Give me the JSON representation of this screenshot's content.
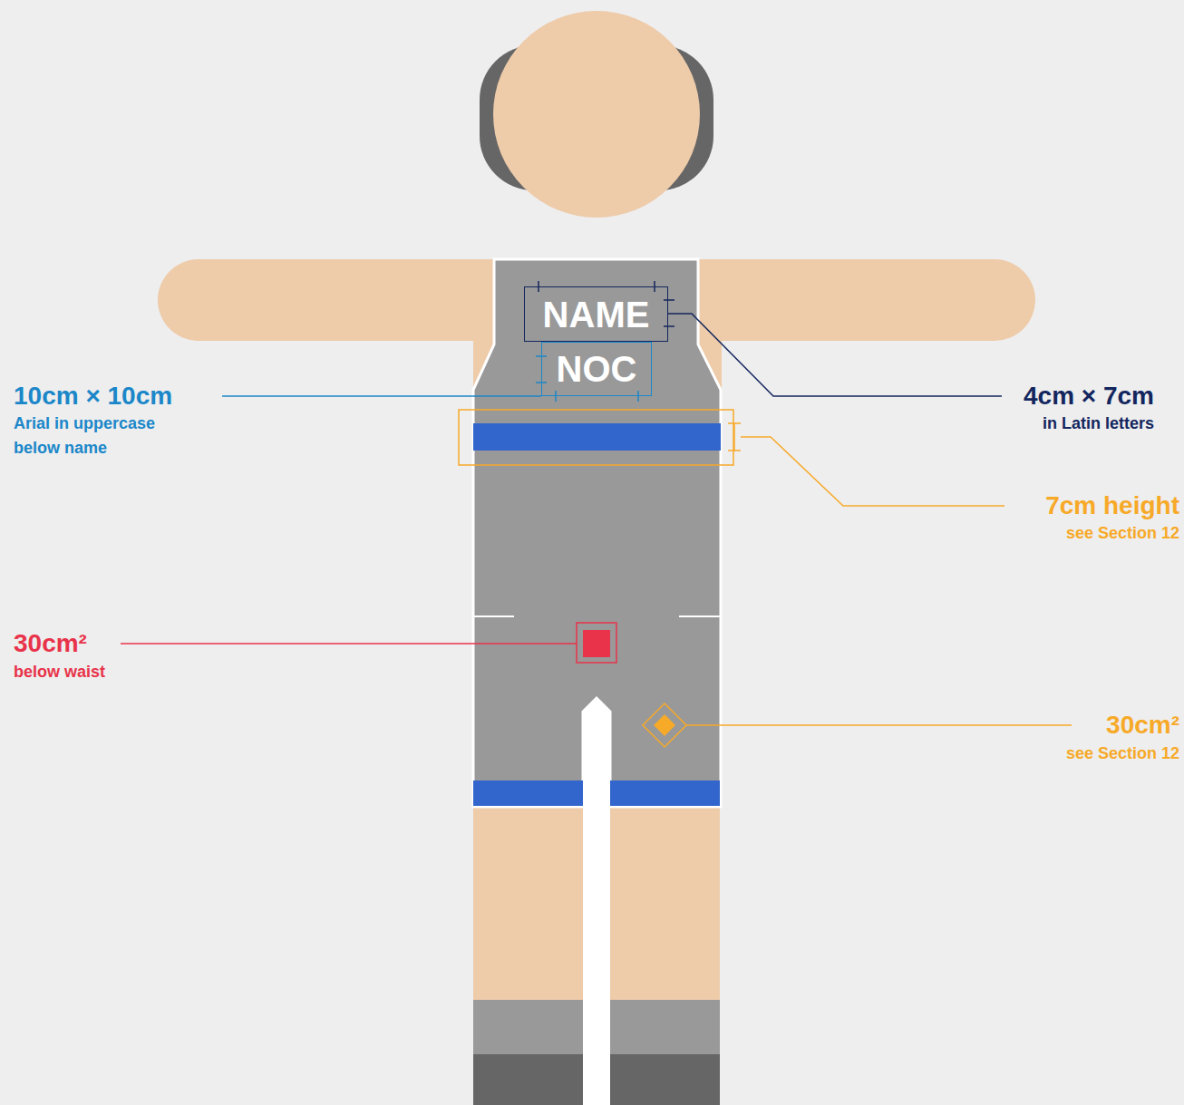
{
  "diagram": {
    "nodes": [
      {
        "text": [
          "NAME"
        ]
      },
      {
        "text": [
          "NOC"
        ]
      }
    ],
    "labels": [
      "10cm × 10cm",
      "Arial in uppercase below name",
      "4cm × 7cm",
      "in Latin letters",
      "7cm height",
      "see Section 12",
      "30cm²",
      "below waist",
      "30cm²",
      "see Section 12"
    ]
  }
}
